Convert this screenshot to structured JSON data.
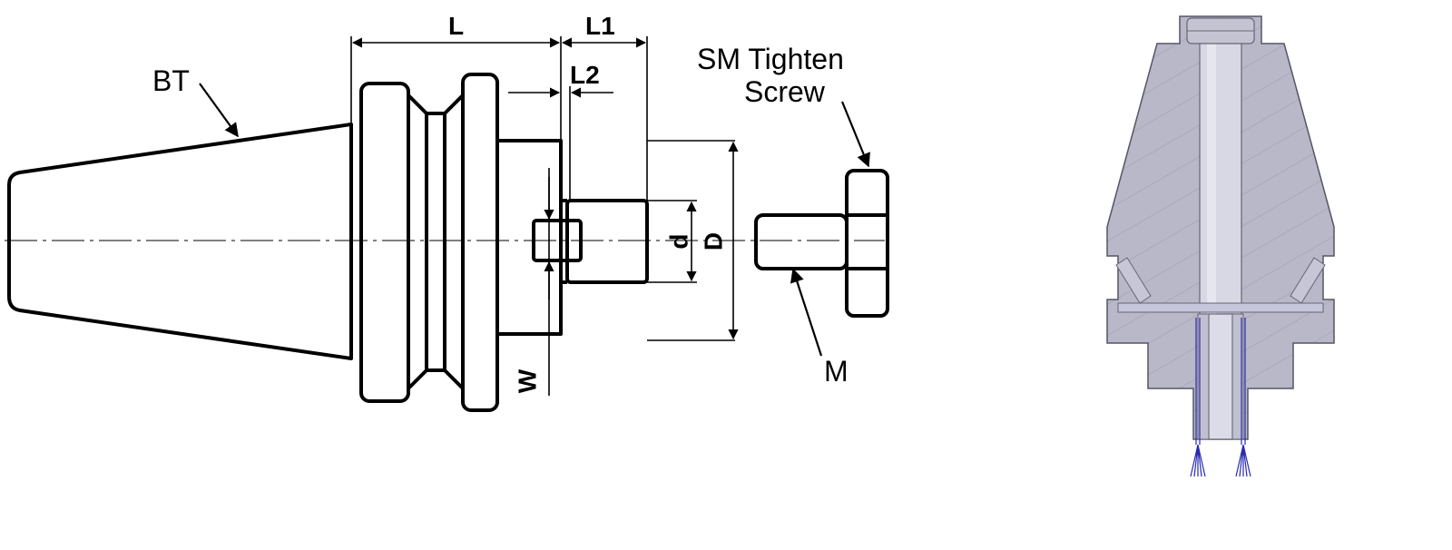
{
  "drawing": {
    "labels": {
      "bt": "BT",
      "l": "L",
      "l1": "L1",
      "l2": "L2",
      "d_small": "d",
      "d_big": "D",
      "w": "W",
      "m": "M",
      "screw_line1": "SM Tighten",
      "screw_line2": "Screw"
    }
  },
  "colors": {
    "outline": "#000000",
    "section_fill": "#b8b8c8",
    "section_dark": "#9a9aac",
    "bore_fill": "#d8d8e4",
    "coolant_line": "#2a2ab0"
  }
}
